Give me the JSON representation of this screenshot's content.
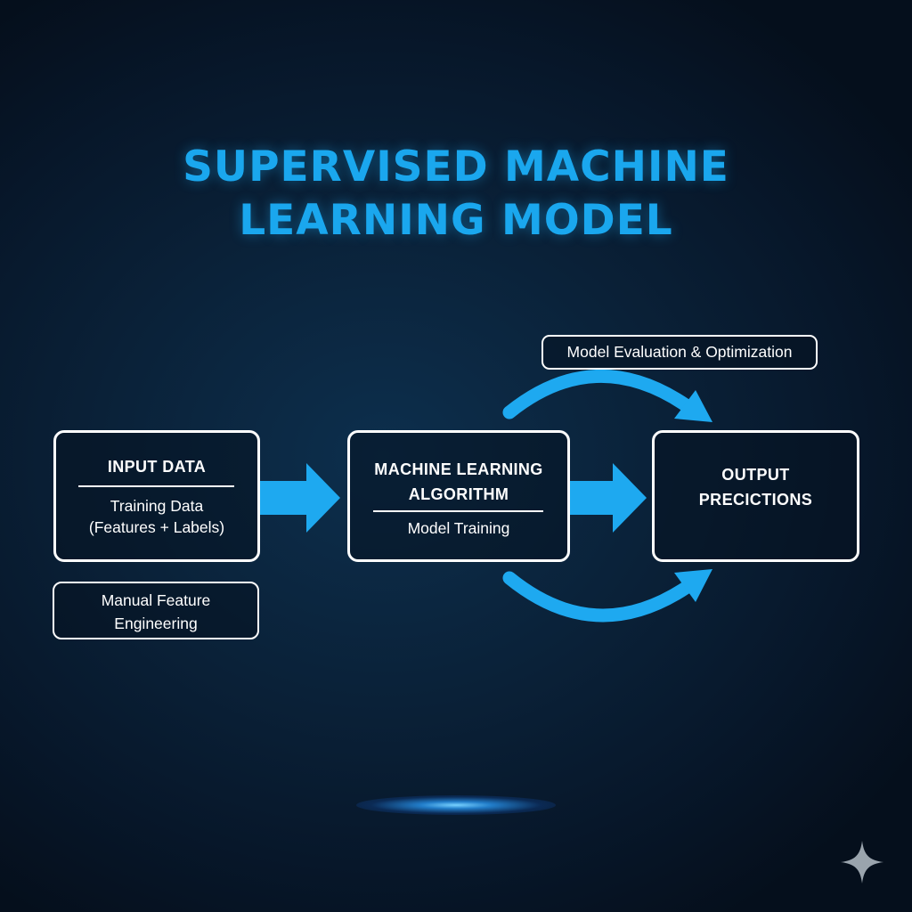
{
  "title": {
    "line1": "SUPERVISED MACHINE",
    "line2": "LEARNING MODEL"
  },
  "nodes": {
    "input": {
      "heading": "INPUT DATA",
      "line1": "Training Data",
      "line2": "(Features + Labels)"
    },
    "manual": {
      "line1": "Manual Feature",
      "line2": "Engineering"
    },
    "algorithm": {
      "heading1": "MACHINE LEARNING",
      "heading2": "ALGORITHM",
      "sub": "Model Training"
    },
    "output": {
      "heading1": "OUTPUT",
      "heading2": "PRECICTIONS"
    },
    "evaluation": {
      "label": "Model Evaluation & Optimization"
    }
  },
  "colors": {
    "accent": "#1aa7ee",
    "arrow": "#1ea9f0",
    "border": "#ffffff",
    "background": "#0a2138"
  },
  "icons": {
    "corner": "sparkle-icon"
  }
}
